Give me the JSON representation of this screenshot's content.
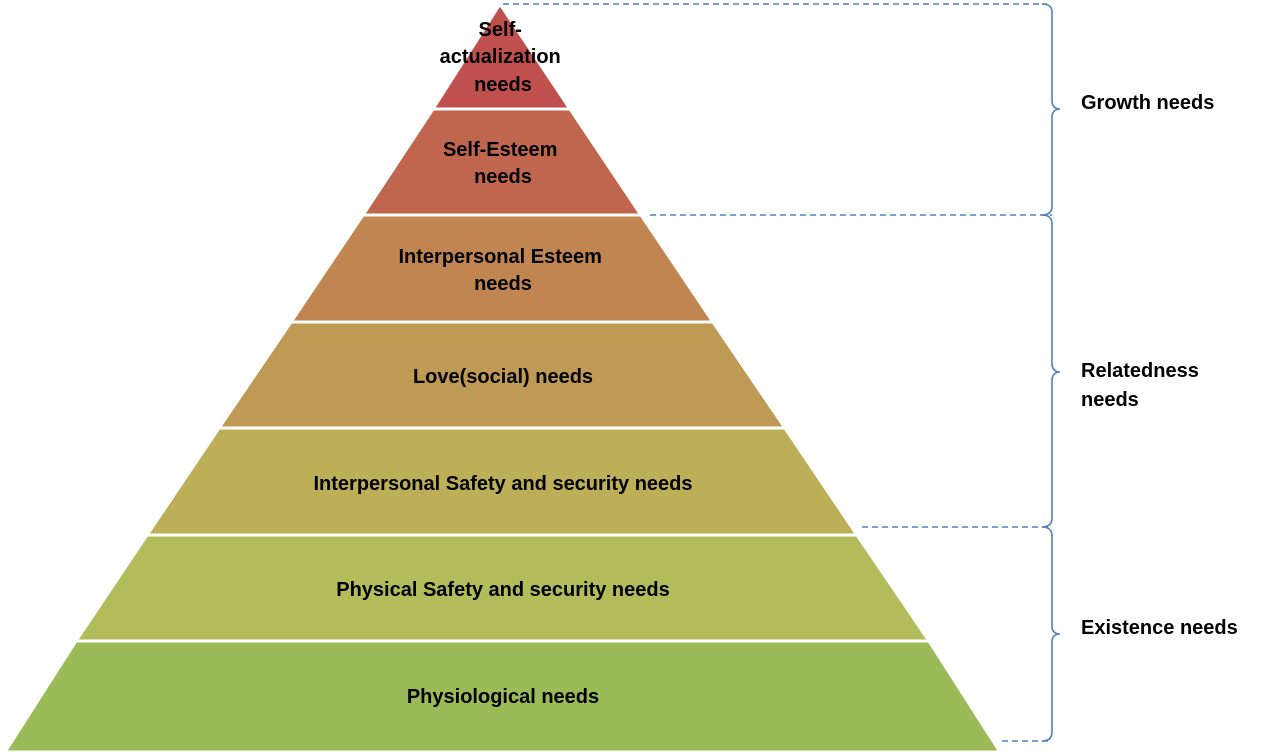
{
  "pyramid": {
    "layers": [
      {
        "lines": [
          "Self-",
          "actualization",
          "needs"
        ],
        "color": "#c0504d"
      },
      {
        "lines": [
          "Self-Esteem",
          "needs"
        ],
        "color": "#c0664f"
      },
      {
        "lines": [
          "Interpersonal Esteem",
          "needs"
        ],
        "color": "#c08550"
      },
      {
        "lines": [
          "Love(social) needs"
        ],
        "color": "#bf9a55"
      },
      {
        "lines": [
          "Interpersonal Safety and security needs"
        ],
        "color": "#bdaf58"
      },
      {
        "lines": [
          "Physical Safety and security needs"
        ],
        "color": "#b3bc5a"
      },
      {
        "lines": [
          "Physiological  needs"
        ],
        "color": "#9bbb59"
      }
    ]
  },
  "groups": [
    {
      "lines": [
        "Growth needs"
      ]
    },
    {
      "lines": [
        "Relatedness",
        "needs"
      ]
    },
    {
      "lines": [
        "Existence needs"
      ]
    }
  ],
  "colors": {
    "bracket": "#4f81bd",
    "separator": "#ffffff"
  }
}
